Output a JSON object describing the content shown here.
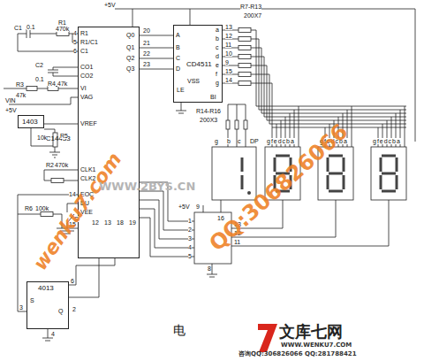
{
  "diagram": {
    "nodes": [
      {
        "text": [
          "MC14433"
        ]
      },
      {
        "text": [
          "CD4511"
        ]
      },
      {
        "text": [
          "1403"
        ]
      },
      {
        "text": [
          "4013"
        ]
      }
    ],
    "edges": [
      {
        "from": 0,
        "to": 1,
        "arrow": "none"
      },
      {
        "from": 0,
        "to": 1,
        "arrow": "none"
      },
      {
        "from": 0,
        "to": 1,
        "arrow": "none"
      },
      {
        "from": 0,
        "to": 1,
        "arrow": "none"
      },
      {
        "from": 2,
        "to": 0,
        "arrow": "none"
      },
      {
        "from": 3,
        "to": 0,
        "arrow": "none"
      }
    ],
    "labels": [
      "+5V",
      "C1",
      "0.1",
      "R1",
      "470k",
      "C2",
      "0.1",
      "R3",
      "R4",
      "47k",
      "47k",
      "VIN",
      "+5V",
      "R5",
      "10k",
      "R2",
      "470k",
      "R6",
      "100k",
      "S",
      "R1",
      "R1/C1",
      "C1",
      "CO1",
      "CO2",
      "VI",
      "VAG",
      "VREF",
      "CLK1",
      "CLK2",
      "EOC",
      "DU",
      "VEE",
      "4",
      "5",
      "6",
      "14",
      "15",
      "12",
      "13",
      "18",
      "19",
      "Q0",
      "Q1",
      "Q2",
      "Q3",
      "20",
      "21",
      "22",
      "23",
      "A",
      "B",
      "C",
      "D",
      "VSS",
      "LE",
      "BI",
      "a",
      "b",
      "c",
      "d",
      "e",
      "f",
      "g",
      "13",
      "12",
      "11",
      "10",
      "9",
      "15",
      "14",
      "R7-R13",
      "200X7",
      "R14-R16",
      "200X3",
      "g",
      "b",
      "c",
      "DP",
      "gfedcba",
      "gfedcba",
      "gfedcba",
      "+5V",
      "9",
      "16",
      "1",
      "2",
      "3",
      "4",
      "5",
      "13",
      "12",
      "11",
      "8",
      "S",
      "Q",
      "6",
      "3",
      "4",
      "2",
      "wenku7.com",
      "QQ:306826066",
      "WWW.2BYS.CN",
      "电",
      "文库七网",
      "WWW.WENKU7.COM",
      "咨询QQ:306826066 QQ:281788421"
    ]
  }
}
